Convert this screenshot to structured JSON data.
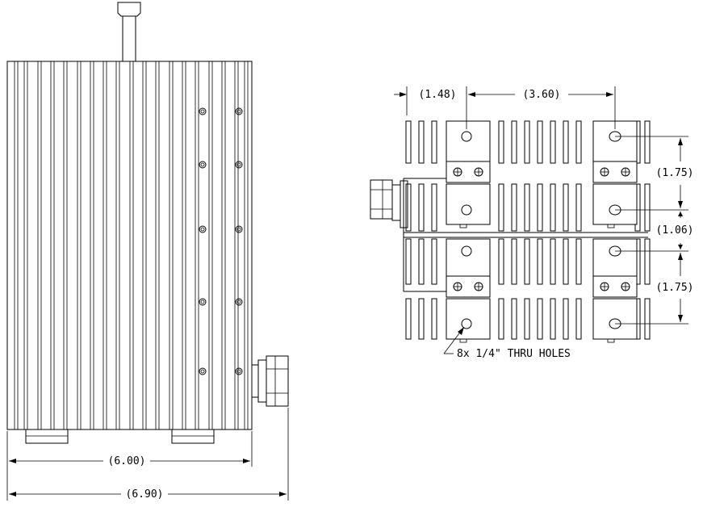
{
  "side_view": {
    "dim_width": "(6.00)",
    "dim_overall": "(6.90)"
  },
  "end_view": {
    "dim_left": "(1.48)",
    "dim_center": "(3.60)",
    "dim_right_top": "(1.75)",
    "dim_right_middle": "(1.06)",
    "dim_right_bottom": "(1.75)",
    "note": "8x 1/4\" THRU HOLES"
  }
}
